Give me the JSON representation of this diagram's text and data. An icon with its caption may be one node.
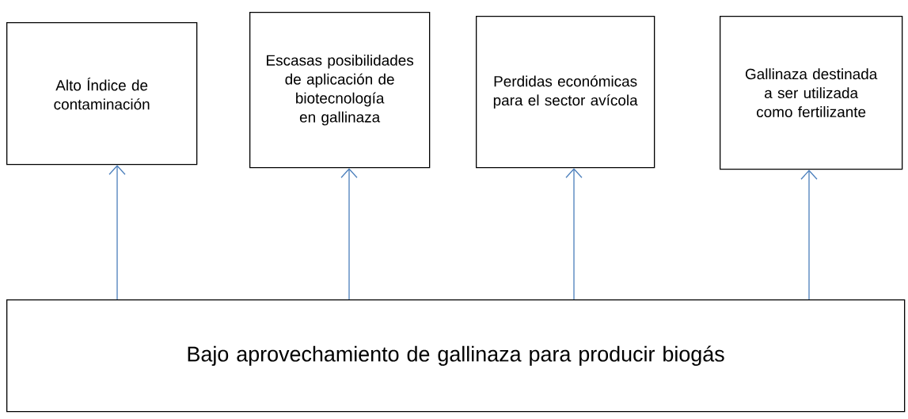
{
  "diagram": {
    "nodes": [
      {
        "text": [
          "Alto Índice de contaminación"
        ]
      },
      {
        "text": [
          "Escasas posibilidades de aplicación de biotecnología en gallinaza"
        ]
      },
      {
        "text": [
          "Perdidas económicas para el sector avícola"
        ]
      },
      {
        "text": [
          "Gallinaza destinada a ser utilizada como fertilizante"
        ]
      },
      {
        "text": [
          "Bajo aprovechamiento de gallinaza para producir biogás"
        ]
      }
    ],
    "edges": [
      {
        "from": 4,
        "to": 0,
        "arrow": "to"
      },
      {
        "from": 4,
        "to": 1,
        "arrow": "to"
      },
      {
        "from": 4,
        "to": 2,
        "arrow": "to"
      },
      {
        "from": 4,
        "to": 3,
        "arrow": "to"
      }
    ]
  }
}
